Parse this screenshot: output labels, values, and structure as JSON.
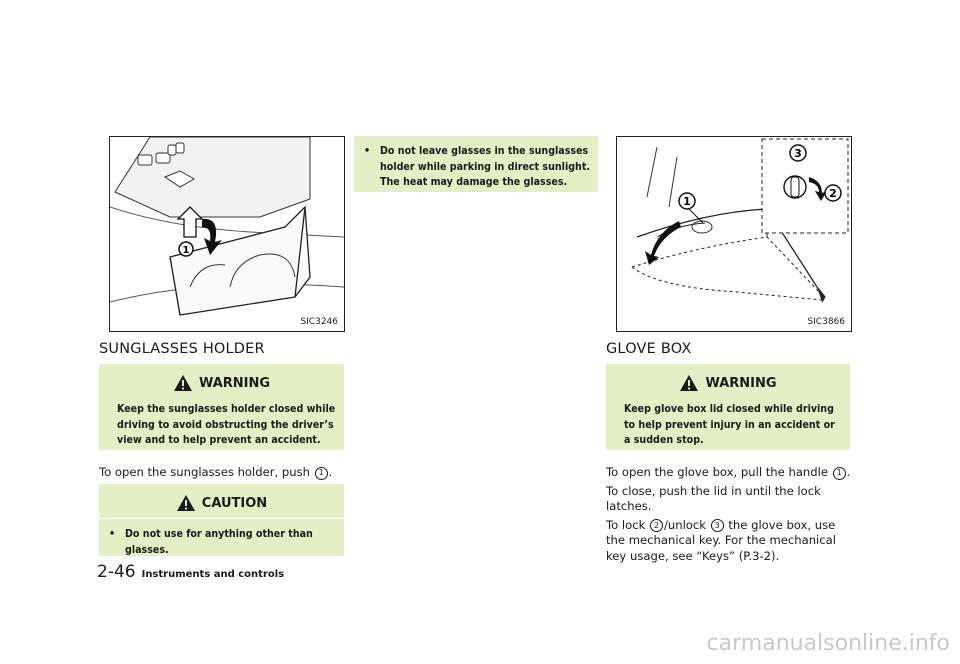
{
  "left": {
    "figure_code": "SIC3246",
    "heading": "SUNGLASSES HOLDER",
    "warning": {
      "title": "WARNING",
      "text": "Keep the sunglasses holder closed while driving to avoid obstructing the driver’s view and to help prevent an accident."
    },
    "open_text_pre": "To open the sunglasses holder, push",
    "open_text_post": ".",
    "caution": {
      "title": "CAUTION",
      "bullet": "Do not use for anything other than glasses."
    }
  },
  "middle": {
    "bullet": "Do not leave glasses in the sunglasses holder while parking in direct sunlight. The heat may damage the glasses."
  },
  "right": {
    "figure_code": "SIC3866",
    "heading": "GLOVE BOX",
    "warning": {
      "title": "WARNING",
      "text": "Keep glove box lid closed while driving to help prevent injury in an accident or a sudden stop."
    },
    "p1_pre": "To open the glove box, pull the handle",
    "p1_post": ".",
    "p2": "To close, push the lid in until the lock latches.",
    "p3_a": "To lock",
    "p3_b": "/unlock",
    "p3_c": "the glove box, use the mechanical key. For the mechanical key usage, see “Keys” (P.3-2)."
  },
  "markers": {
    "one": "1",
    "two": "2",
    "three": "3"
  },
  "footer": {
    "page_number": "2-46",
    "section": "Instruments and controls"
  },
  "watermark": "carmanualsonline.info",
  "colors": {
    "box_bg": "#e4efc6",
    "text": "#1a1a1a"
  }
}
